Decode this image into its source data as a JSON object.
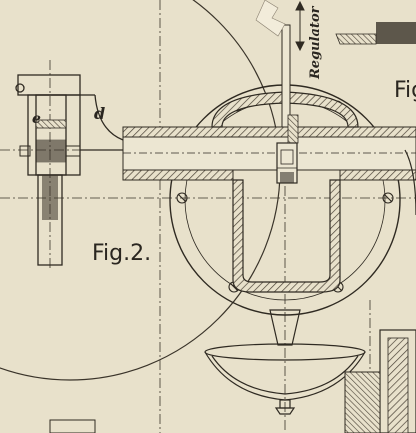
{
  "figure": {
    "label": "Fig.2.",
    "adjacent_figure_label": "Fig",
    "annotations": {
      "regulator": "Regulator",
      "d": "d",
      "e": "e"
    }
  },
  "colors": {
    "paper": "#e8e1cb",
    "ink": "#2f2a22",
    "hatch": "#5a5244"
  }
}
